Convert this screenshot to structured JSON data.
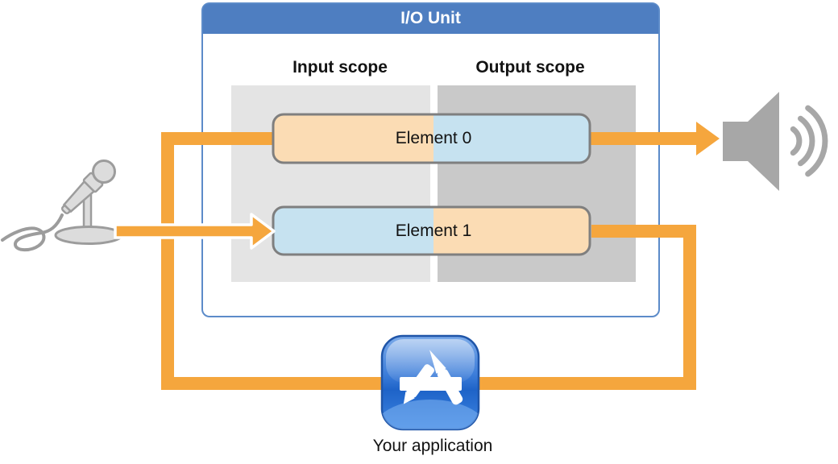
{
  "diagram": {
    "title": "I/O Unit",
    "input_scope_label": "Input scope",
    "output_scope_label": "Output scope",
    "element0_label": "Element 0",
    "element1_label": "Element 1",
    "application_label": "Your application"
  },
  "icons": {
    "microphone": "microphone-icon",
    "speaker": "speaker-icon",
    "application": "app-store-icon"
  },
  "colors": {
    "accent_orange": "#F5A63D",
    "header_blue": "#4E7EC1",
    "container_border": "#5C8BC9",
    "input_panel_gray": "#E4E4E4",
    "output_panel_gray": "#C9C9C9",
    "element_peach": "#FBDCB4",
    "element_blue": "#C6E2F0",
    "element_border": "#7F7F7F",
    "icon_gray": "#A7A7A7",
    "mic_fill": "#DCDCDC",
    "mic_stroke": "#9C9C9C"
  }
}
